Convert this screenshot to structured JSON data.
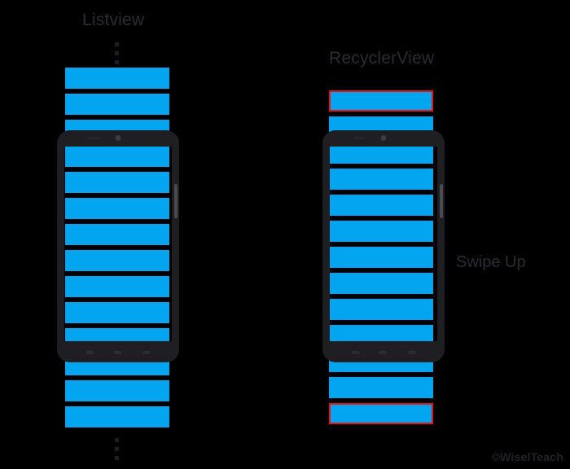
{
  "background_color": "#000000",
  "accent_color": "#04A5F0",
  "highlight_color": "#E8121B",
  "text_color": "#2b2b32",
  "panels": {
    "listview": {
      "title": "Listview",
      "ellipsis_top": "vertical-ellipsis",
      "ellipsis_bottom": "vertical-ellipsis",
      "item_count": 14,
      "highlighted_indexes": []
    },
    "recyclerview": {
      "title": "RecyclerView",
      "item_count": 13,
      "highlighted_indexes": [
        0,
        12
      ]
    }
  },
  "annotations": {
    "swipe_label": "Swipe Up",
    "watermark": "©WiselTeach"
  },
  "device": {
    "camera": "camera-dot",
    "speaker": "speaker-grill",
    "side_button": "power-button",
    "nav_buttons": [
      "back",
      "home",
      "recents"
    ]
  }
}
